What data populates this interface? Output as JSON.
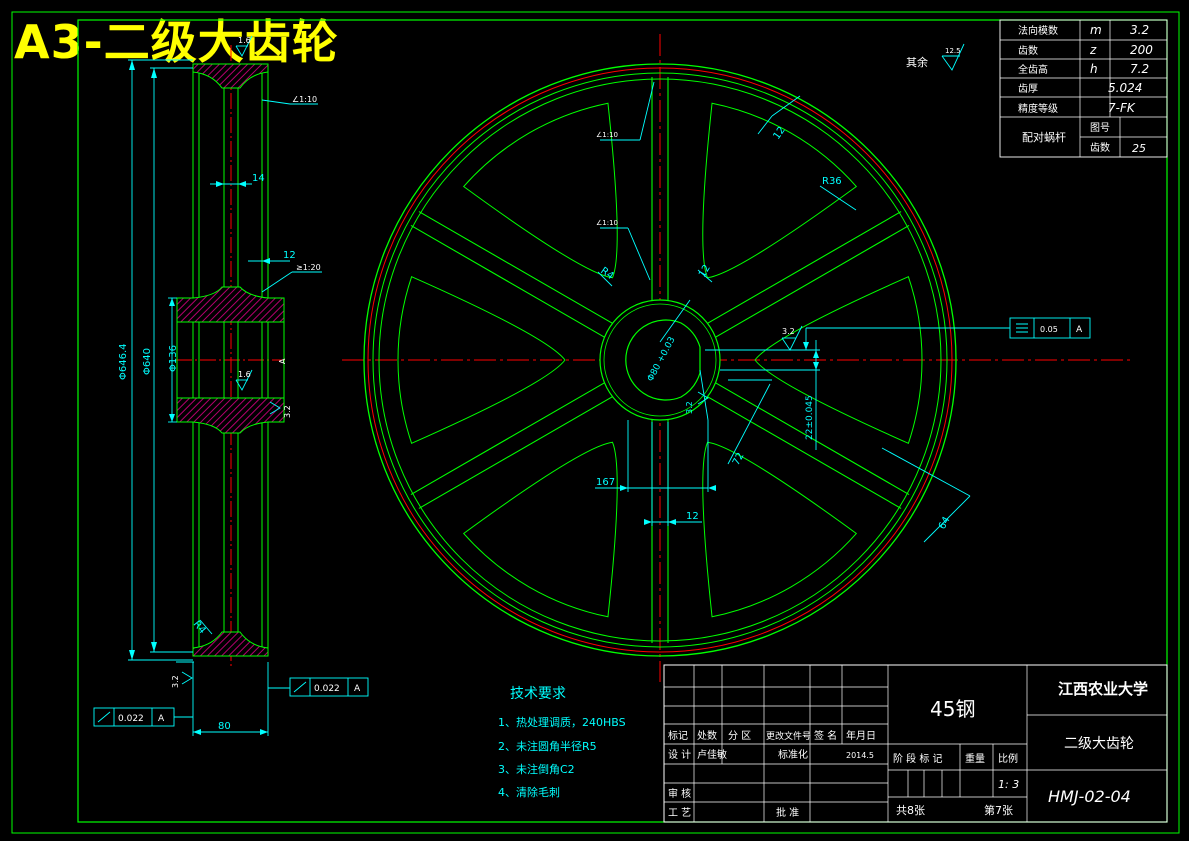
{
  "banner_title": "A3-二级大齿轮",
  "colors": {
    "background": "#000000",
    "frame": "#00ff00",
    "outline": "#00ff00",
    "centerline": "#ff0000",
    "dimension": "#00ffff",
    "table_text": "#ffffff",
    "banner": "#ffff00",
    "hatch": "#b4006e"
  },
  "side_view": {
    "dims": {
      "dia_646": "Φ646.4",
      "dia_640": "Φ640",
      "dia_136": "Φ136",
      "web_14": "14",
      "web_12": "12",
      "width_80": "80",
      "r4": "R4",
      "rough_16_top": "1.6",
      "rough_16_mid": "1.6",
      "rough_32_right": "3.2",
      "rough_32_bottom": "3.2",
      "slope_1_10": "∠1:10",
      "slope_1_20": "≥1:20",
      "datum_a": "A"
    },
    "tolerance_bottom": {
      "value": "0.022",
      "datum": "A"
    },
    "tolerance_left": {
      "value": "0.022",
      "datum": "A"
    }
  },
  "front_view": {
    "dims": {
      "rim_12": "12",
      "r36": "R36",
      "r4": "R4",
      "hub_12": "12",
      "bore": "Φ80 +0.03",
      "keyway": "22±0.045",
      "keyway_depth": "3.2",
      "d72": "72",
      "d167": "167",
      "spoke_12": "12",
      "d64": "64",
      "slope_a": "∠1:10",
      "slope_b": "∠1:10",
      "rough_32": "3.2"
    },
    "tolerance": {
      "value": "0.05",
      "datum": "A"
    }
  },
  "surface_finish": {
    "label": "其余",
    "value": "12.5"
  },
  "gear_params": [
    {
      "name": "法向模数",
      "symbol": "m",
      "value": "3.2"
    },
    {
      "name": "齿数",
      "symbol": "z",
      "value": "200"
    },
    {
      "name": "全齿高",
      "symbol": "h",
      "value": "7.2"
    },
    {
      "name": "齿厚",
      "symbol": "",
      "value": "5.024"
    },
    {
      "name": "精度等级",
      "symbol": "",
      "value": "7-FK"
    }
  ],
  "mating_worm": {
    "name": "配对蜗杆",
    "rows": [
      {
        "label": "图号",
        "value": ""
      },
      {
        "label": "齿数",
        "value": "25"
      }
    ]
  },
  "tech_requirements": {
    "title": "技术要求",
    "items": [
      "1、热处理调质，240HBS",
      "2、未注圆角半径R5",
      "3、未注倒角C2",
      "4、清除毛刺"
    ]
  },
  "title_block": {
    "material": "45钢",
    "school": "江西农业大学",
    "part_name": "二级大齿轮",
    "drawing_no": "HMJ-02-04",
    "header_labels": [
      "标记",
      "处数",
      "分 区",
      "更改文件号",
      "签 名",
      "年月日"
    ],
    "row_design": {
      "label": "设 计",
      "name": "卢佳敏",
      "std": "标准化",
      "date": "2014.5"
    },
    "row_review": "审 核",
    "row_craft": "工 艺",
    "approve": "批 准",
    "stage_labels": [
      "阶 段 标 记",
      "重量",
      "比例"
    ],
    "scale": "1: 3",
    "total_sheets": "共8张",
    "sheet_no": "第7张"
  }
}
